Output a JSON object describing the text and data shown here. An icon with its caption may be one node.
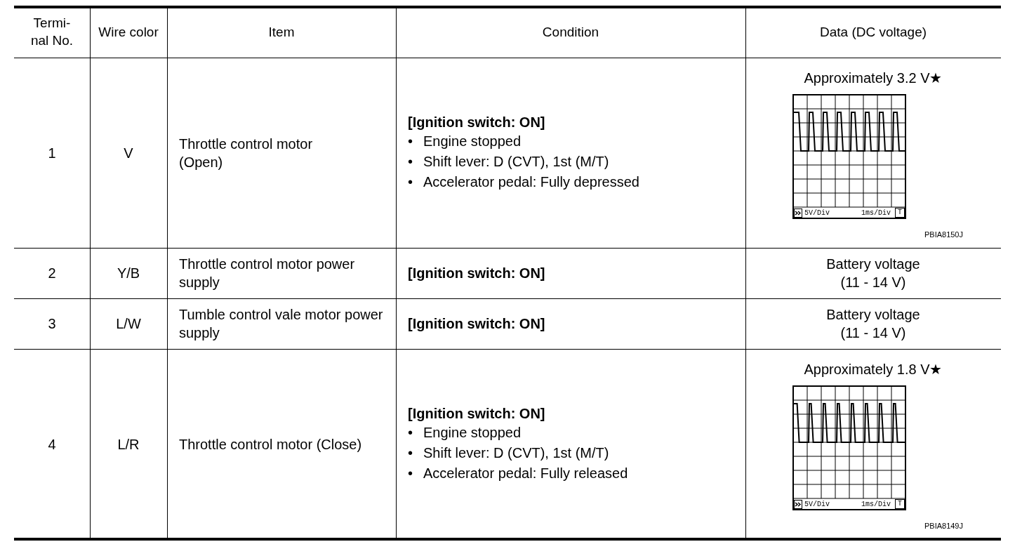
{
  "diagram": {
    "labels": [
      "Termi- nal No.",
      "Wire color",
      "Item",
      "Condition",
      "Data (DC voltage)",
      "1",
      "V",
      "Throttle control motor (Open)",
      "[Ignition switch: ON]",
      "•",
      "Engine stopped",
      "•",
      "Shift lever: D (CVT), 1st (M/T)",
      "•",
      "Accelerator pedal: Fully depressed",
      "Approximately 3.2 V★",
      "5V/Div",
      "1ms/Div",
      "T",
      "PBIA8150J",
      "2",
      "Y/B",
      "Throttle control motor power supply",
      "[Ignition switch: ON]",
      "Battery voltage (11 - 14 V)",
      "3",
      "L/W",
      "Tumble control vale motor power supply",
      "[Ignition switch: ON]",
      "Battery voltage (11 - 14 V)",
      "4",
      "L/R",
      "Throttle control motor (Close)",
      "[Ignition switch: ON]",
      "•",
      "Engine stopped",
      "•",
      "Shift lever: D (CVT), 1st (M/T)",
      "•",
      "Accelerator pedal: Fully released",
      "Approximately 1.8 V★",
      "5V/Div",
      "1ms/Div",
      "T",
      "PBIA8149J"
    ]
  }
}
